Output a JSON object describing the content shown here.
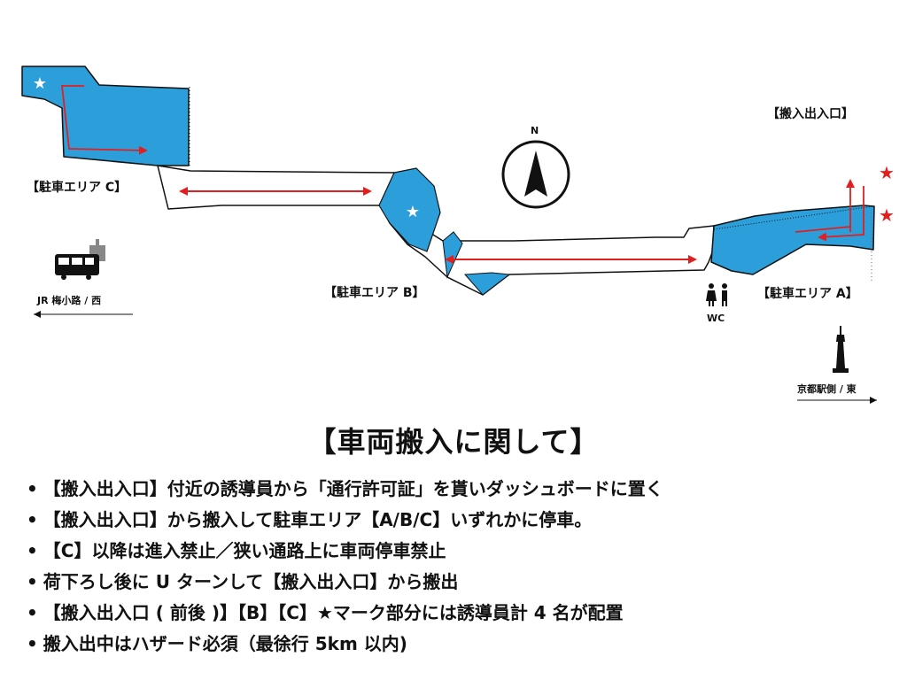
{
  "map": {
    "labels": {
      "area_c": "【駐車エリア C】",
      "area_b": "【駐車エリア B】",
      "area_a": "【駐車エリア A】",
      "entrance": "【搬入出入口】",
      "north": "N",
      "west": "JR 梅小路 / 西",
      "east": "京都駅側 / 東",
      "wc": "WC"
    },
    "colors": {
      "parking": "#2c9fdb",
      "arrow": "#e02020",
      "star_guide": "#ffffff",
      "star_entrance": "#e02020",
      "outline": "#111111"
    },
    "icons": {
      "train": "train-icon",
      "restroom": "restroom-icon",
      "tower": "kyoto-tower-icon",
      "compass": "north-arrow-icon"
    }
  },
  "title": "【車両搬入に関して】",
  "notes": [
    "【搬入出入口】付近の誘導員から「通行許可証」を貰いダッシュボードに置く",
    "【搬入出入口】から搬入して駐車エリア【A/B/C】いずれかに停車。",
    "【C】以降は進入禁止／狭い通路上に車両停車禁止",
    "荷下ろし後に U ターンして【搬入出入口】から搬出",
    "【搬入出入口 ( 前後 )】【B】【C】★マーク部分には誘導員計 4 名が配置",
    "搬入出中はハザード必須（最徐行 5km 以内)"
  ]
}
